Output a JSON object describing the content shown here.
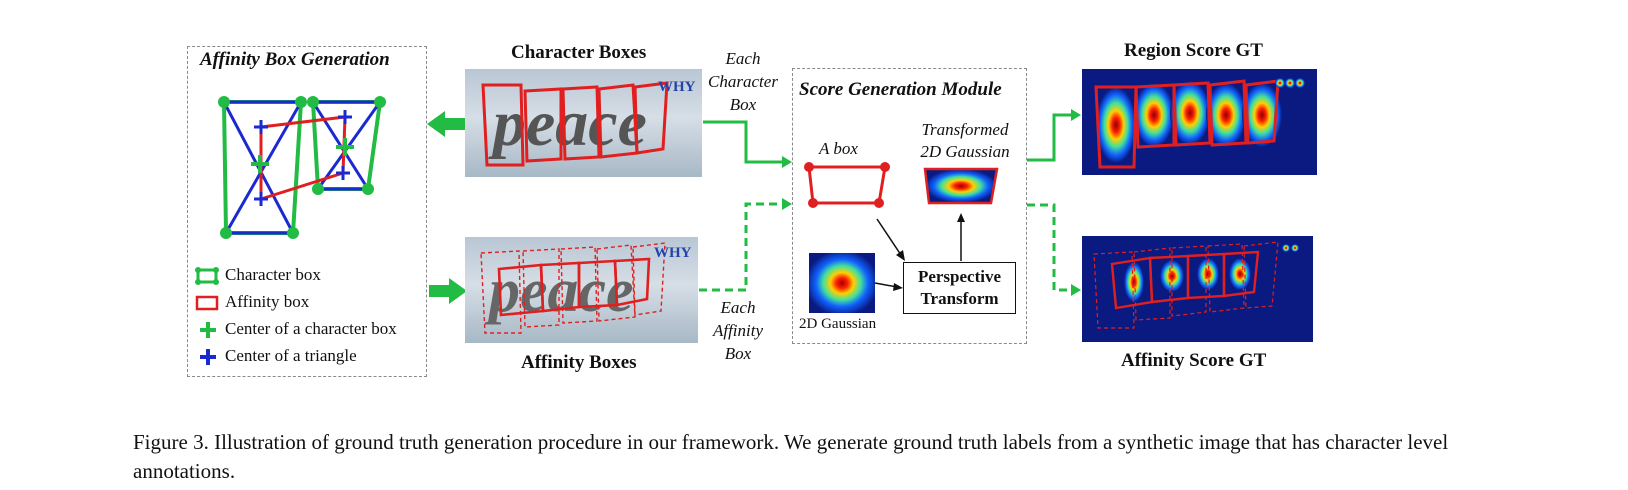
{
  "affinity_panel": {
    "title": "Affinity Box Generation",
    "legend": [
      {
        "label": "Character box",
        "color": "#22bb44"
      },
      {
        "label": "Affinity box",
        "color": "#e02020"
      },
      {
        "label": "Center of a character box",
        "color": "#22bb44"
      },
      {
        "label": "Center of a triangle",
        "color": "#1a2ad0"
      }
    ]
  },
  "character_boxes": {
    "title": "Character Boxes",
    "word": "peace",
    "watermark": "WHY"
  },
  "affinity_boxes": {
    "title": "Affinity Boxes",
    "word": "peace",
    "watermark": "WHY"
  },
  "flow_labels": {
    "each_character_box": [
      "Each",
      "Character",
      "Box"
    ],
    "each_affinity_box": [
      "Each",
      "Affinity",
      "Box"
    ]
  },
  "score_module": {
    "title": "Score Generation Module",
    "a_box": "A box",
    "transformed_gaussian": [
      "Transformed",
      "2D Gaussian"
    ],
    "perspective_transform": [
      "Perspective",
      "Transform"
    ],
    "gaussian_2d": "2D Gaussian"
  },
  "region_score": {
    "title": "Region Score GT"
  },
  "affinity_score": {
    "title": "Affinity Score GT"
  },
  "caption": {
    "text": "Figure 3. Illustration of ground truth generation procedure in our framework. We generate ground truth labels from a synthetic image that has character level annotations."
  },
  "colors": {
    "green": "#22bb44",
    "red": "#e02020",
    "blue": "#1a2ad0",
    "heat_bg": "#0a1a80"
  }
}
